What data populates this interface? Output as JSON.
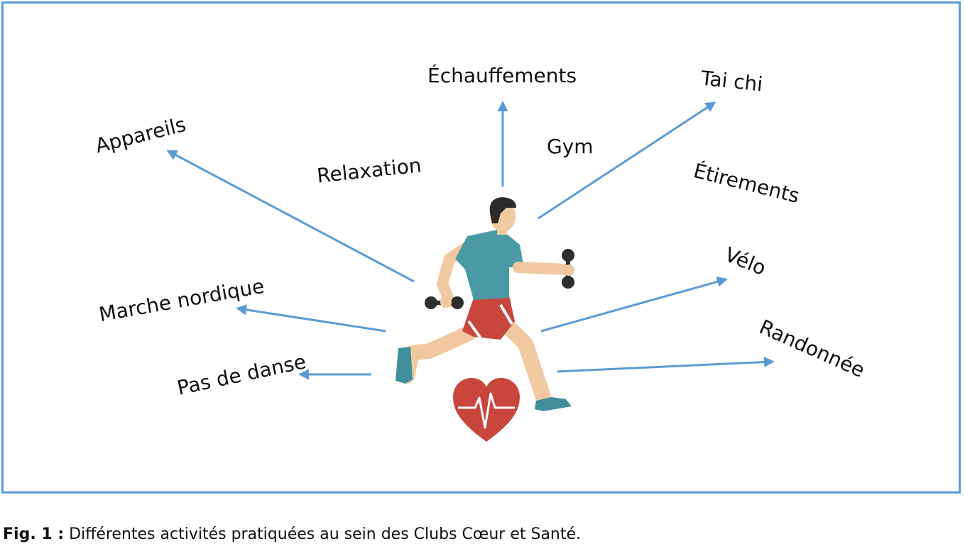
{
  "colors": {
    "frame": "#5b9bd5",
    "arrow": "#5b9bd5",
    "heart": "#c9463d",
    "shirt": "#4a9aa5",
    "shorts": "#c9463d",
    "skin": "#f0c9a0",
    "hair": "#2b2b2b",
    "shoes": "#3f8e9a"
  },
  "diagram": {
    "labels": {
      "echauffements": "Échauffements",
      "tai_chi": "Tai chi",
      "gym": "Gym",
      "relaxation": "Relaxation",
      "appareils": "Appareils",
      "etirements": "Étirements",
      "velo": "Vélo",
      "marche_nordique": "Marche nordique",
      "randonnee": "Randonnée",
      "pas_de_danse": "Pas de danse"
    },
    "icons": {
      "runner": "runner-with-dumbbells-icon",
      "heart": "heart-heartbeat-icon"
    }
  },
  "caption": {
    "label": "Fig. 1 :",
    "text": " Différentes activités pratiquées au sein des Clubs Cœur et Santé."
  }
}
